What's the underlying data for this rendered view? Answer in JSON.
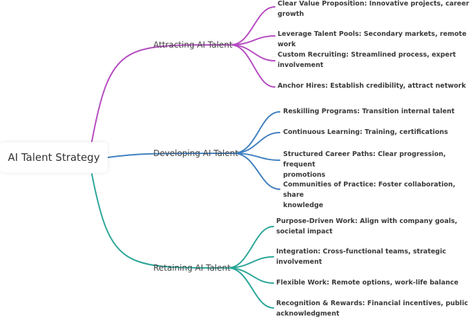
{
  "root": {
    "label": "AI Talent Strategy"
  },
  "colors": {
    "attracting": "#b54bc1",
    "developing": "#3f7fbf",
    "retaining": "#2aa698"
  },
  "branches": [
    {
      "label": "Attracting AI Talent",
      "color_key": "attracting",
      "children": [
        {
          "line1": "Clear Value Proposition: Innovative projects, career",
          "line2": "growth"
        },
        {
          "line1": "Leverage Talent Pools: Secondary markets, remote work",
          "line2": ""
        },
        {
          "line1": "Custom Recruiting: Streamlined process, expert",
          "line2": "involvement"
        },
        {
          "line1": "Anchor Hires: Establish credibility, attract network",
          "line2": ""
        }
      ]
    },
    {
      "label": "Developing AI Talent",
      "color_key": "developing",
      "children": [
        {
          "line1": "Reskilling Programs: Transition internal talent",
          "line2": ""
        },
        {
          "line1": "Continuous Learning: Training, certifications",
          "line2": ""
        },
        {
          "line1": "Structured Career Paths: Clear progression, frequent",
          "line2": "promotions"
        },
        {
          "line1": "Communities of Practice: Foster collaboration, share",
          "line2": "knowledge"
        }
      ]
    },
    {
      "label": "Retaining AI Talent",
      "color_key": "retaining",
      "children": [
        {
          "line1": "Purpose-Driven Work: Align with company goals,",
          "line2": "societal impact"
        },
        {
          "line1": "Integration: Cross-functional teams, strategic",
          "line2": "involvement"
        },
        {
          "line1": "Flexible Work: Remote options, work-life balance",
          "line2": ""
        },
        {
          "line1": "Recognition & Rewards: Financial incentives, public",
          "line2": "acknowledgment"
        }
      ]
    }
  ]
}
